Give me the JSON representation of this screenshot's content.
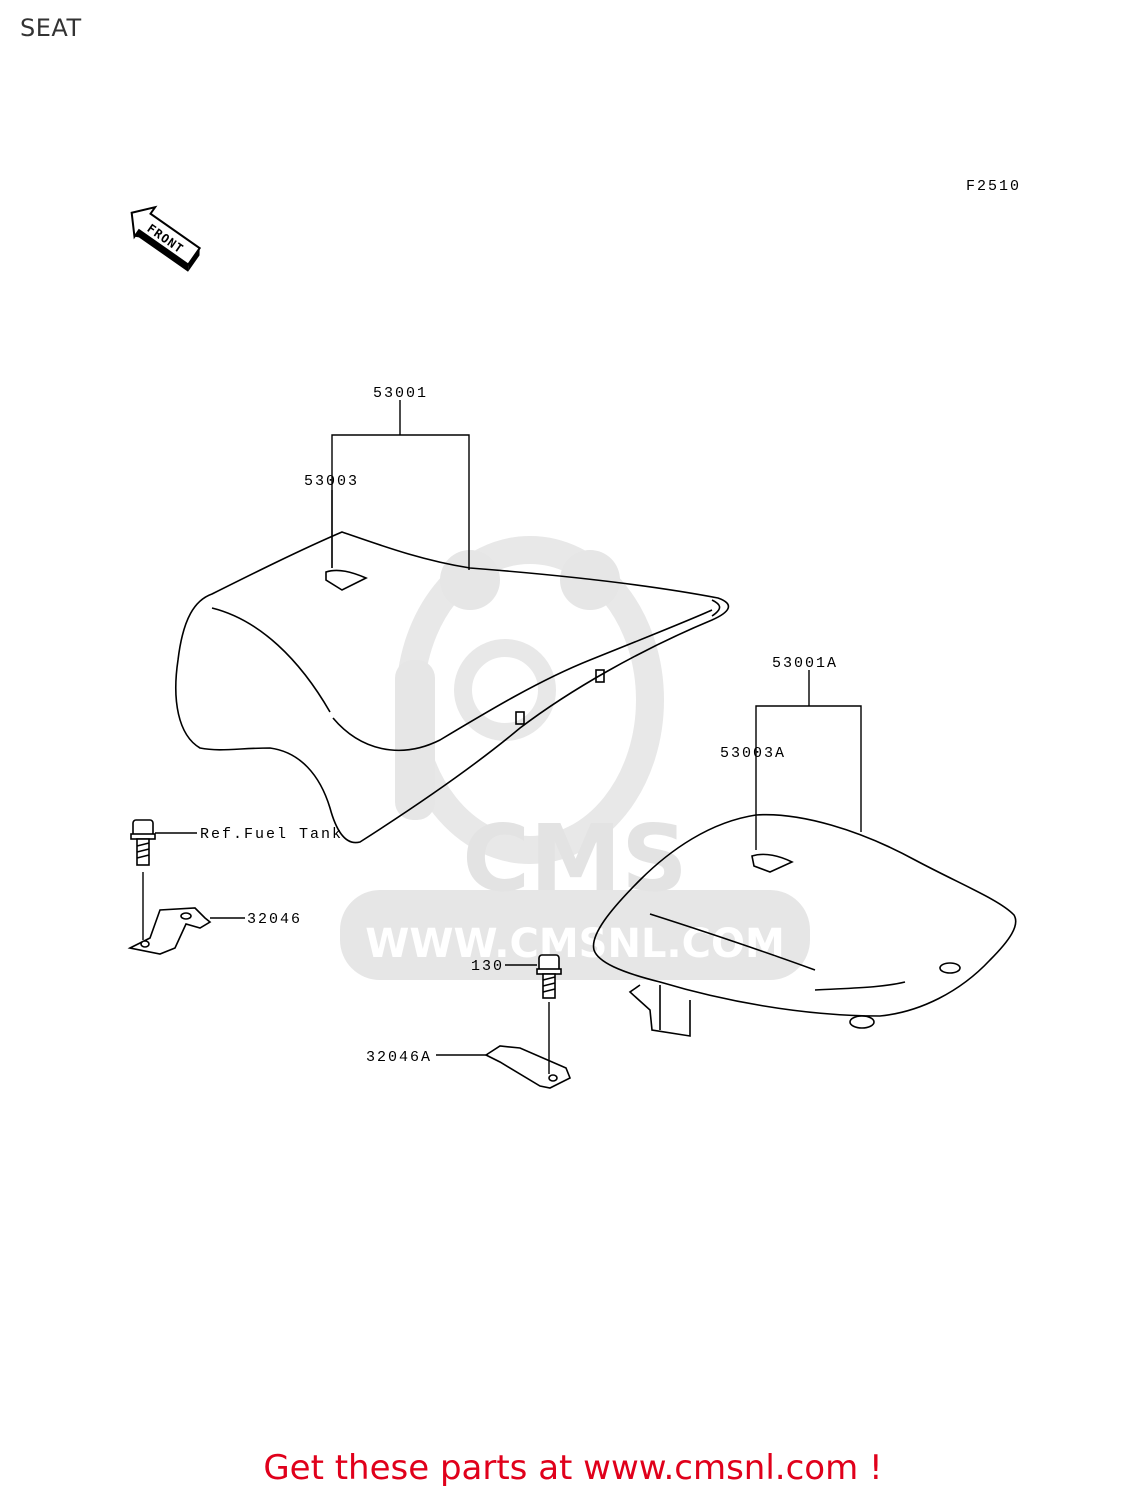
{
  "page": {
    "title": "SEAT"
  },
  "figure_code": "F2510",
  "front_badge": "FRONT",
  "callouts": {
    "c53001": "53001",
    "c53003": "53003",
    "c53001A": "53001A",
    "c53003A": "53003A",
    "ref_fuel_tank": "Ref.Fuel Tank",
    "c32046": "32046",
    "c130": "130",
    "c32046A": "32046A"
  },
  "watermark": {
    "logo_text": "CMS",
    "url_text": "WWW.CMSNL.COM"
  },
  "footer": {
    "cta": "Get these parts at www.cmsnl.com !"
  },
  "colors": {
    "cta_red": "#e0001b",
    "watermark_gray": "#e6e6e6",
    "line": "#000000"
  }
}
